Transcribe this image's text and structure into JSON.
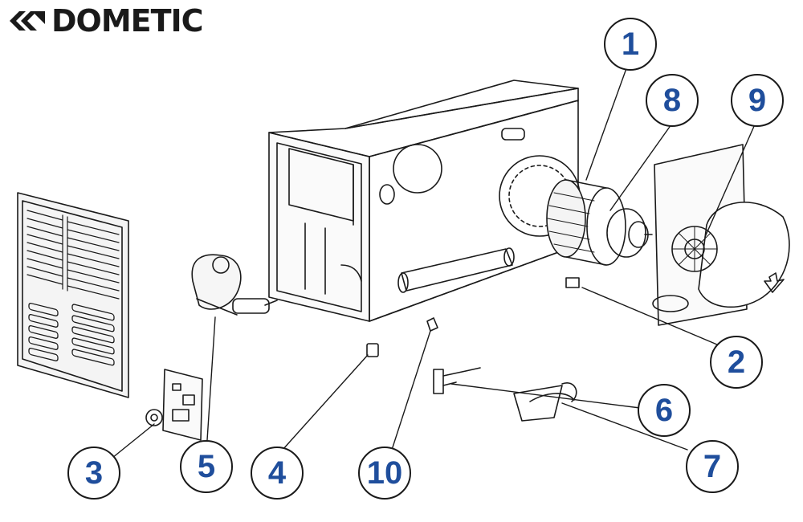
{
  "brand": {
    "name": "DOMETIC",
    "logo_icon": "dometic-chevron-logo"
  },
  "accent_color": "#1f4e9c",
  "line_color": "#1a1a1a",
  "callouts": [
    {
      "id": "c1",
      "number": "1"
    },
    {
      "id": "c2",
      "number": "2"
    },
    {
      "id": "c3",
      "number": "3"
    },
    {
      "id": "c4",
      "number": "4"
    },
    {
      "id": "c5",
      "number": "5"
    },
    {
      "id": "c6",
      "number": "6"
    },
    {
      "id": "c7",
      "number": "7"
    },
    {
      "id": "c8",
      "number": "8"
    },
    {
      "id": "c9",
      "number": "9"
    },
    {
      "id": "c10",
      "number": "10"
    }
  ],
  "components": [
    {
      "id": "grille",
      "icon": "louvered-grille-icon"
    },
    {
      "id": "housing",
      "icon": "heater-housing-icon"
    },
    {
      "id": "blower-wheel",
      "icon": "blower-wheel-icon"
    },
    {
      "id": "motor",
      "icon": "motor-icon"
    },
    {
      "id": "combustion-fan",
      "icon": "combustion-fan-icon"
    },
    {
      "id": "gas-valve",
      "icon": "gas-valve-icon"
    },
    {
      "id": "circuit-board",
      "icon": "circuit-board-icon"
    },
    {
      "id": "switch",
      "icon": "rocker-switch-icon"
    },
    {
      "id": "sensor",
      "icon": "sensor-icon"
    },
    {
      "id": "ignitor",
      "icon": "ignitor-electrode-icon"
    },
    {
      "id": "burner-clip",
      "icon": "burner-bracket-icon"
    },
    {
      "id": "sail-switch",
      "icon": "sail-switch-icon"
    }
  ]
}
